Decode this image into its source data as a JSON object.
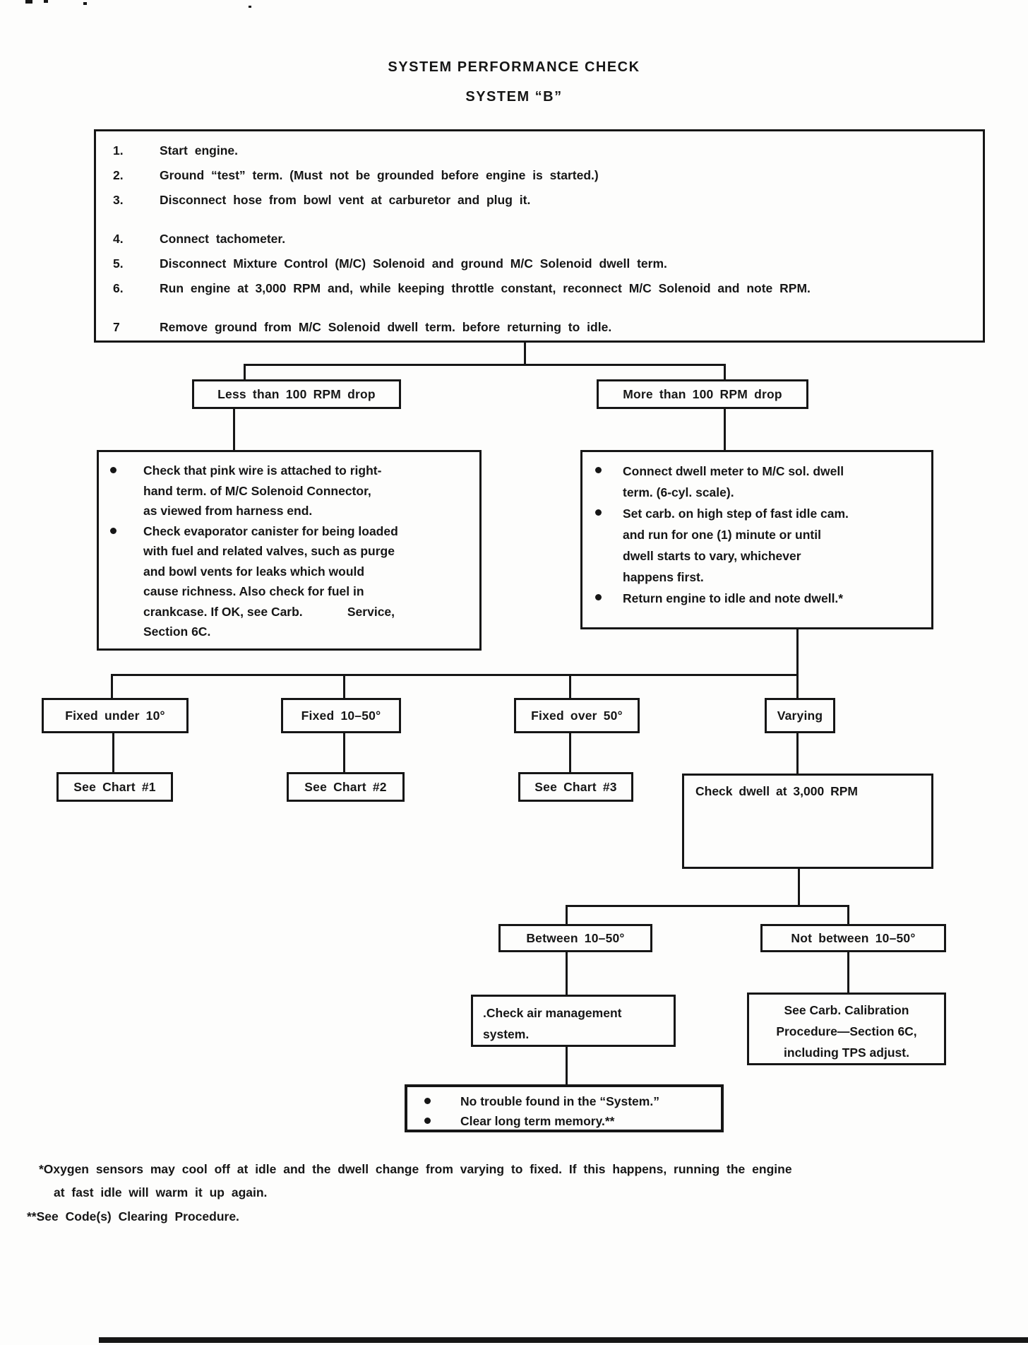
{
  "title": {
    "line1": "SYSTEM PERFORMANCE CHECK",
    "line2": "SYSTEM “B”"
  },
  "procedure_steps": [
    {
      "num": "1.",
      "text": "Start engine."
    },
    {
      "num": "2.",
      "text": "Ground “test” term.  (Must not be grounded before engine is started.)"
    },
    {
      "num": "3.",
      "text": "Disconnect hose from bowl vent at carburetor and plug it."
    },
    {
      "num": "4.",
      "text": "Connect tachometer."
    },
    {
      "num": "5.",
      "text": "Disconnect Mixture Control (M/C) Solenoid and ground M/C Solenoid dwell term."
    },
    {
      "num": "6.",
      "text": "Run engine at 3,000 RPM and, while keeping throttle constant, reconnect M/C Solenoid and note RPM."
    },
    {
      "num": "7",
      "text": "Remove ground from M/C Solenoid dwell term. before returning to idle."
    }
  ],
  "branch_less": {
    "label": "Less than 100 RPM drop"
  },
  "branch_more": {
    "label": "More than 100 RPM drop"
  },
  "left_box": {
    "bullets": [
      "Check that pink wire is attached to right-\nhand term. of M/C Solenoid Connector,\nas viewed from harness end.",
      "Check evaporator canister for being loaded\nwith fuel and related valves, such as purge\nand bowl vents for leaks which would\ncause richness. Also check for fuel in\ncrankcase. If OK, see Carb.             Service,\nSection 6C."
    ]
  },
  "right_box": {
    "bullets": [
      "Connect dwell meter to M/C sol. dwell\nterm. (6-cyl. scale).",
      "Set carb. on high step of fast idle cam.\nand run for one (1) minute or until\ndwell starts to vary, whichever\nhappens first.",
      "Return engine to idle and note dwell.*"
    ]
  },
  "dwell_results": {
    "fixed_under": "Fixed under 10°",
    "fixed_mid": "Fixed 10–50°",
    "fixed_over": "Fixed over 50°",
    "varying": "Varying",
    "chart1": "See Chart #1",
    "chart2": "See Chart #2",
    "chart3": "See Chart #3",
    "check_dwell": "Check dwell at 3,000 RPM"
  },
  "dwell_recheck": {
    "between": "Between 10–50°",
    "not_between": "Not between 10–50°",
    "check_air": ".Check air management\nsystem.",
    "see_carb": "See Carb. Calibration\nProcedure—Section 6C,\nincluding TPS adjust."
  },
  "final_box": {
    "bullets": [
      "No trouble found in the “System.”",
      "Clear long term memory.**"
    ]
  },
  "footnotes": {
    "line1": "*Oxygen sensors may cool off at idle and the dwell change from varying to fixed. If this happens, running the engine",
    "line2": "at fast idle will warm it up again.",
    "line3": "**See Code(s) Clearing Procedure."
  }
}
